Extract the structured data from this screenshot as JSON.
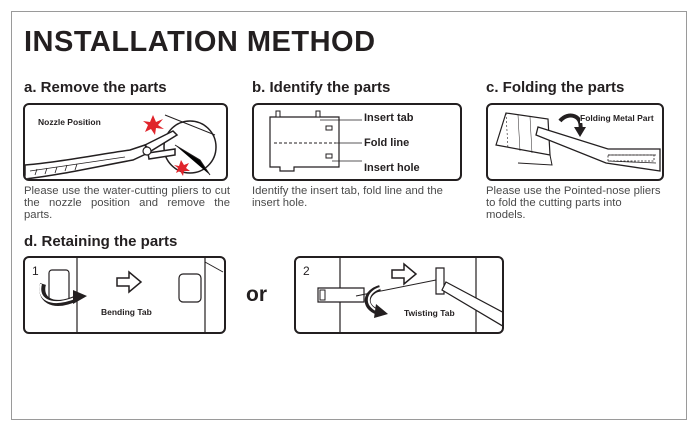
{
  "title": "INSTALLATION METHOD",
  "sections": {
    "a": {
      "heading": "a. Remove the parts",
      "label": "Nozzle Position",
      "caption": "Please use the water-cutting pliers to cut the nozzle position and remove the parts."
    },
    "b": {
      "heading": "b. Identify the parts",
      "labels": [
        "Insert tab",
        "Fold line",
        "Insert hole"
      ],
      "caption": "Identify the insert tab, fold line and the insert hole."
    },
    "c": {
      "heading": "c. Folding the parts",
      "label": "Folding Metal Part",
      "caption": "Please use the Pointed-nose pliers to fold the cutting parts into models."
    },
    "d": {
      "heading": "d. Retaining the parts",
      "option1": {
        "number": "1",
        "label": "Bending Tab"
      },
      "separator": "or",
      "option2": {
        "number": "2",
        "label": "Twisting Tab"
      }
    }
  },
  "colors": {
    "ink": "#231f20",
    "accent_red": "#e0242b",
    "caption_gray": "#4a4a4a",
    "frame_gray": "#9a9a9a"
  },
  "icons": [
    "pliers-icon",
    "red-star-icon",
    "arrow-right-icon",
    "curved-arrow-icon",
    "metal-sheet-icon"
  ]
}
